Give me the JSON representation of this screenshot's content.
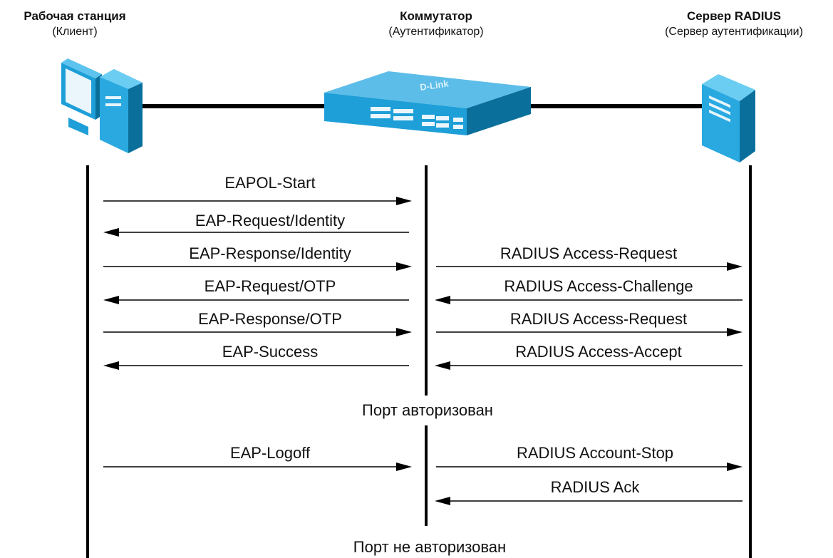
{
  "entities": [
    {
      "title": "Рабочая станция",
      "subtitle": "(Клиент)",
      "icon": "workstation-icon"
    },
    {
      "title": "Коммутатор",
      "subtitle": "(Аутентификатор)",
      "icon": "switch-icon",
      "logo_text": "D-Link"
    },
    {
      "title": "Сервер RADIUS",
      "subtitle": "(Сервер аутентификации)",
      "icon": "server-icon"
    }
  ],
  "messages": [
    {
      "label": "EAPOL-Start",
      "from": "client",
      "to": "switch"
    },
    {
      "label": "EAP-Request/Identity",
      "from": "switch",
      "to": "client"
    },
    {
      "label": "EAP-Response/Identity",
      "from": "client",
      "to": "switch"
    },
    {
      "label": "RADIUS Access-Request",
      "from": "switch",
      "to": "server"
    },
    {
      "label": "EAP-Request/OTP",
      "from": "switch",
      "to": "client"
    },
    {
      "label": "RADIUS Access-Challenge",
      "from": "server",
      "to": "switch"
    },
    {
      "label": "EAP-Response/OTP",
      "from": "client",
      "to": "switch"
    },
    {
      "label": "RADIUS Access-Request",
      "from": "switch",
      "to": "server"
    },
    {
      "label": "EAP-Success",
      "from": "switch",
      "to": "client"
    },
    {
      "label": "RADIUS Access-Accept",
      "from": "server",
      "to": "switch"
    },
    {
      "label": "EAP-Logoff",
      "from": "client",
      "to": "switch"
    },
    {
      "label": "RADIUS Account-Stop",
      "from": "switch",
      "to": "server"
    },
    {
      "label": "RADIUS Ack",
      "from": "server",
      "to": "switch"
    }
  ],
  "states": [
    "Порт авторизован",
    "Порт не авторизован"
  ],
  "colors": {
    "device_fill": "#29a9e0",
    "device_dark": "#0b6f9c",
    "line": "#000000"
  }
}
